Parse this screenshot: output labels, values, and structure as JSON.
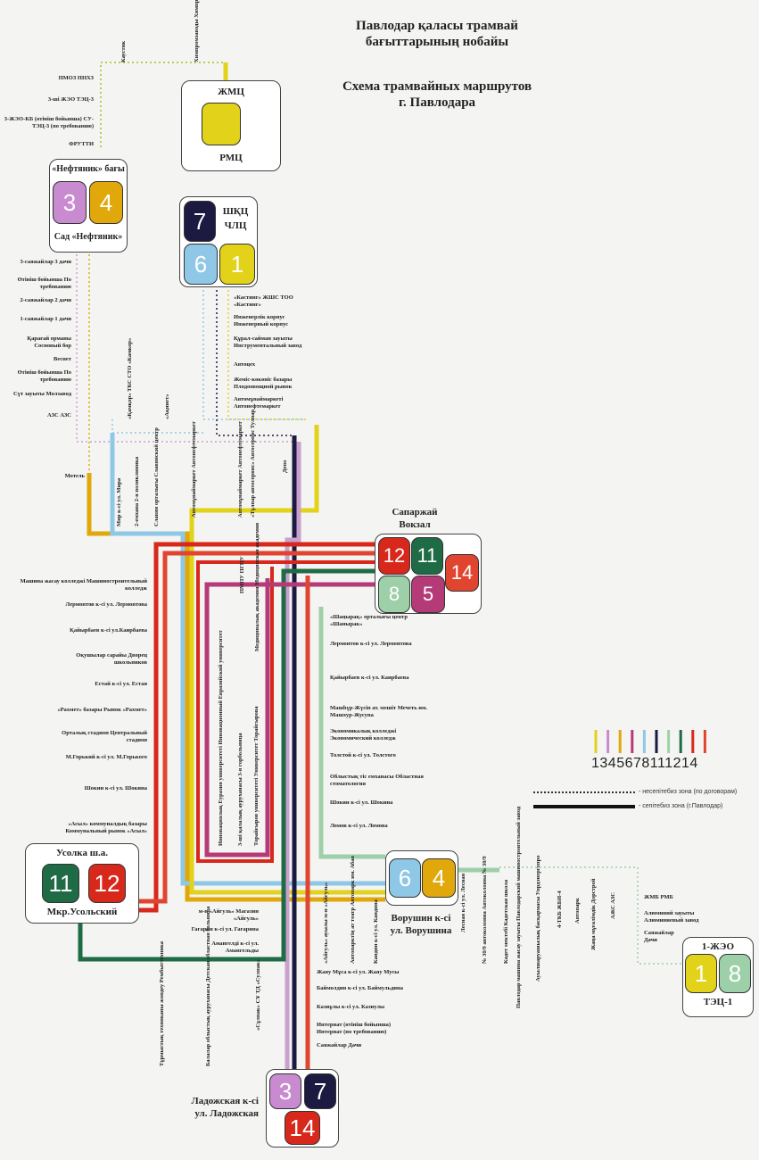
{
  "title": {
    "kz": "Павлодар қаласы трамвай бағыттарының нобайы",
    "ru": "Схема трамвайных маршрутов г. Павлодара"
  },
  "colors": {
    "1": "#e2d21a",
    "3": "#c98bd0",
    "4": "#e0a80a",
    "5": "#b43a78",
    "6": "#8fc7e6",
    "7": "#1c1a40",
    "8": "#9dd0a8",
    "11": "#1f6b45",
    "12": "#d8281c",
    "14": "#e04530"
  },
  "terminals": {
    "zhmc": {
      "kz": "ЖМЦ",
      "ru": "РМЦ"
    },
    "neftyanik": {
      "kz": "«Нефтяник» бағы",
      "ru": "Сад «Нефтяник»",
      "routes": [
        "3",
        "4"
      ]
    },
    "chlc": {
      "kz": "ШҚЦ",
      "ru": "ЧЛЦ",
      "routes": [
        "7",
        "6",
        "1"
      ]
    },
    "vokzal": {
      "kz": "Сапаржай",
      "ru": "Вокзал",
      "routes": [
        "12",
        "11",
        "14",
        "8",
        "5"
      ]
    },
    "usolka": {
      "kz": "Усолка ш.а.",
      "ru": "Мкр.Усольский",
      "routes": [
        "11",
        "12"
      ]
    },
    "vorushina": {
      "kz": "Ворушин к-сі",
      "ru": "ул. Ворушина",
      "routes": [
        "6",
        "4"
      ]
    },
    "tec1": {
      "kz": "1-ЖЭО",
      "ru": "ТЭЦ-1",
      "routes": [
        "1",
        "8"
      ]
    },
    "ladozh": {
      "kz": "Ладожская к-сі",
      "ru": "ул. Ладожская",
      "routes": [
        "3",
        "7",
        "14"
      ]
    }
  },
  "stops_top": {
    "kaustik": "Каустик",
    "khimprom": "Химпромзаводы Химпром",
    "pmz": "ПМОЗ ПНХЗ",
    "tec3": "3-ші ЖЭО ТЭЦ-3",
    "su_tec3": "3-ЖЭО-КБ (өтініш бойынша) СУ-ТЭЦ-3 (по требованию)",
    "frutti": "ФРУТТИ"
  },
  "stops_left_branch": [
    "3-саяжайлар 3 дачи",
    "Өтініш бойынша По требованию",
    "2-саяжайлар 2 дачи",
    "1-саяжайлар 1 дачи",
    "Қарағай орманы Сосновый бор",
    "Веснет",
    "Өтініш бойынша По требованию",
    "Сүт зауыты Молзавод",
    "АЗС АЗС"
  ],
  "stops_right_branch": [
    "«Кастинг» ЖШС ТОО «Кастинг»",
    "Инженерлік корпус Инженерный корпус",
    "Құрал-сайман зауыты Инструментальный завод",
    "Автоцех",
    "Жеміс-көкөніс базары Плодоовощной рынок",
    "Автомұнаймаркеті Автонефтемаркет"
  ],
  "stops_mid_vertical": [
    "Мир к-сі ул. Мира",
    "2-емхана 2-я поликлиника",
    "Славян орталығы Славянский центр",
    "Автомұнаймаркет Автонефтемаркет",
    "Автомұнаймаркет Автонефтемаркет",
    "«Тұлпар автосервис» Автосервис Тулпар",
    "Депо",
    "«Қамқор» ТКС СТО «Камкор»",
    "«Ақниет»"
  ],
  "stops_left_main": [
    "Мотель",
    "Машина жасау колледжі Машиностроительный колледж",
    "Лермонтов к-сі ул. Лермонтова",
    "Қайырбаев к-сі ул.Каирбаева",
    "Оқушылар сарайы Дворец школьников",
    "Естай к-сі ул. Естая",
    "«Рахмет» базары Рынок «Рахмет»",
    "Орталық стадион Центральный стадион",
    "М.Горький к-сі ул. М.Горького",
    "Шокин к-сі ул. Шокина",
    "«Асыл» коммуналдық базары Коммунальный рынок «Асыл»"
  ],
  "stops_right_main": [
    "«Шаңырақ» орталығы центр «Шанырак»",
    "Лермонтов к-сі ул. Лермонтова",
    "Қайырбаев к-сі ул. Каирбаева",
    "Машһүр-Жүсіп ат. мешіт Мечеть им. Машхур-Жусупа",
    "Экономикалық колледжі Экономический колледж",
    "Толстой к-сі ул. Толстого",
    "Облыстық тіс емханасы Областная стоматология",
    "Шокин к-сі ул. Шокина",
    "Ломов к-сі ул. Ломова"
  ],
  "stops_center": [
    "ПМПУ ПГПУ",
    "Медициналық академия Медицинская академия",
    "Инновациялық Еуразия университеті Инновационный Евразийский университет",
    "3-ші қалалық ауруханасы 3-я горбольница",
    "Торайғыров университеті Университет Торайгырова"
  ],
  "stops_bottom_left": [
    "м-н «Айгуль» Магазин «Айгуль»",
    "Гагарин к-сі ул. Гагарина",
    "Амангелді к-сі ул. Амангельды",
    "Тұрмыстық техниканы жөндеу Рембыттехника",
    "Балалар облыстық ауруханасы Детская областная больница",
    "«Сұлпак» СҰ ТД «Сулпак»"
  ],
  "stops_bottom_right": [
    "Жаяу Мұса к-сі ул. Жаяу Мусы",
    "Баймолдин к-сі ул. Баймульдина",
    "Казиұлы к-сі ул. Казиулы",
    "Интернат (өтініш бойынша) Интернат (по требованию)",
    "Саяжайлар Дачи",
    "«Айгуль» ауылы м-н «Айгуль»",
    "Автопарктің ат театр Автопарк им. Абая",
    "Кандин к-сі ул. Кандина"
  ],
  "stops_east": [
    "Лесная к-сі ул. Лесная",
    "№ 30/9 автоколонна Автоколонна № 30/9",
    "Кадет мектебі Кадетская школа",
    "Павлодар машина жасау зауыты Павлодарский машиностроительный завод",
    "Ауылшаруашылық басқармасы Упрдэнергопро",
    "4-ТКБ ЖБИ-4",
    "Автопарк",
    "Жаңа мұғалімдік Дорстрой",
    "АЖС АЗС",
    "ЖМБ РМБ",
    "Алюминий зауыты Алюминиевый завод",
    "Саяжайлар Дачи"
  ],
  "legend": {
    "numbers": "1345678111214",
    "routes": [
      "1",
      "3",
      "4",
      "5",
      "6",
      "7",
      "8",
      "11",
      "12",
      "14"
    ],
    "dotted": "- несепітебиз зона (по договорам)",
    "solid": "- сепітебиз зона (г.Павлодар)"
  }
}
